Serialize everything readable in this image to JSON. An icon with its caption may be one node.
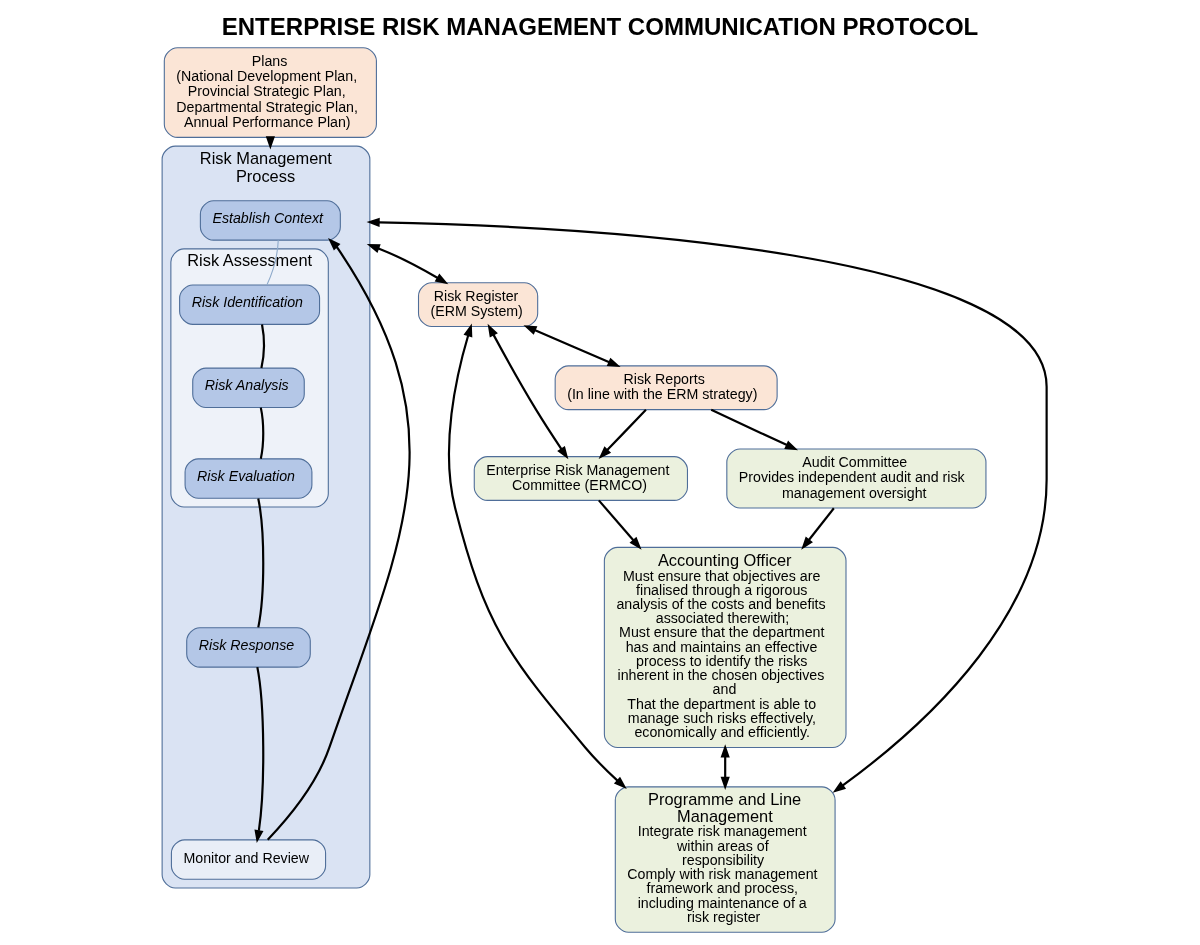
{
  "diagram": {
    "title": "ENTERPRISE RISK MANAGEMENT COMMUNICATION PROTOCOL",
    "nodes": [
      {
        "text": [
          "Plans",
          "(National Development Plan, Provincial Strategic Plan, Departmental Strategic Plan, Annual Performance Plan)"
        ]
      },
      {
        "text": [
          "Risk Management Process"
        ]
      },
      {
        "text": [
          "Establish Context"
        ],
        "in": 1
      },
      {
        "text": [
          "Risk Assessment"
        ],
        "in": 1
      },
      {
        "text": [
          "Risk Identification"
        ],
        "in": 3
      },
      {
        "text": [
          "Risk Analysis"
        ],
        "in": 3
      },
      {
        "text": [
          "Risk Evaluation"
        ],
        "in": 3
      },
      {
        "text": [
          "Risk Response"
        ],
        "in": 1
      },
      {
        "text": [
          "Monitor and Review"
        ],
        "in": 1
      },
      {
        "text": [
          "Accounting Officer",
          "Must ensure that objectives are finalised through a rigorous analysis of the costs and benefits associated therewith;",
          "Must ensure that the department has and maintains an effective process to identify the risks inherent in the chosen objectives and",
          "That the department is able to manage such risks effectively, economically and efficiently."
        ]
      },
      {
        "text": [
          "Programme and Line Management",
          "Integrate risk management within areas of responsibility",
          "Comply with risk management framework and process, including maintenance of a risk register"
        ]
      },
      {
        "text": [
          "Audit Committee",
          "Provides independent audit and risk management oversight"
        ]
      },
      {
        "text": [
          "Enterprise Risk Management Committee (ERMCO)"
        ]
      },
      {
        "text": [
          "Risk Register",
          "(ERM System)"
        ]
      },
      {
        "text": [
          "Risk Reports",
          "(In line with the ERM strategy)"
        ]
      }
    ],
    "edges": [
      {
        "from": 0,
        "to": 1,
        "arrow": "to"
      },
      {
        "from": 8,
        "to": 2,
        "arrow": "to"
      },
      {
        "from": 2,
        "to": 4,
        "arrow": "none",
        "color": "#8eaacb"
      },
      {
        "from": 4,
        "to": 5,
        "arrow": "none"
      },
      {
        "from": 5,
        "to": 6,
        "arrow": "none"
      },
      {
        "from": 6,
        "to": 7,
        "arrow": "none"
      },
      {
        "from": 7,
        "to": 8,
        "arrow": "to"
      },
      {
        "from": 11,
        "to": 9,
        "arrow": "to"
      },
      {
        "from": 12,
        "to": 9,
        "arrow": "to"
      },
      {
        "from": 9,
        "to": 10,
        "arrow": "both"
      },
      {
        "from": 1,
        "to": 13,
        "arrow": "both"
      },
      {
        "from": 10,
        "to": 1,
        "arrow": "both"
      },
      {
        "from": 10,
        "to": 13,
        "arrow": "both"
      },
      {
        "from": 12,
        "to": 13,
        "arrow": "both"
      },
      {
        "from": 13,
        "to": 14,
        "arrow": "both"
      },
      {
        "from": 14,
        "to": 11,
        "arrow": "to"
      },
      {
        "from": 14,
        "to": 12,
        "arrow": "to"
      }
    ]
  }
}
